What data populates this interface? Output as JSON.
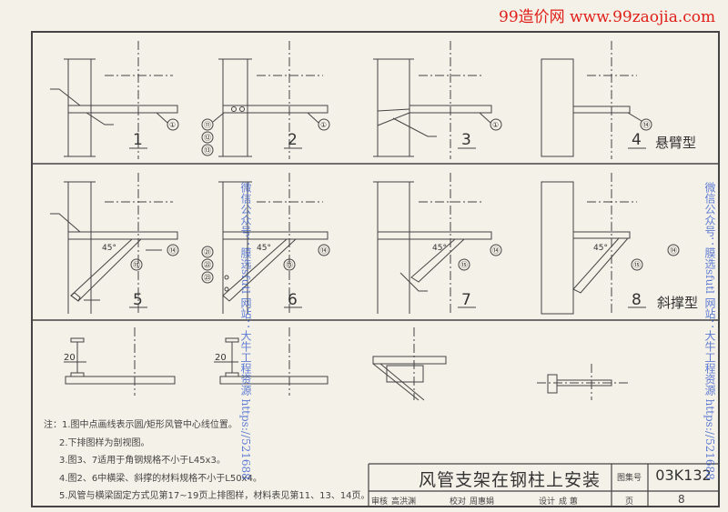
{
  "header": {
    "site": "99造价网 www.99zaojia.com",
    "color": "#e0201a"
  },
  "figures": [
    {
      "number": "1",
      "callouts": [
        "①"
      ]
    },
    {
      "number": "2",
      "callouts": [
        "①",
        "⑪",
        "⑫",
        "⑬"
      ]
    },
    {
      "number": "3",
      "callouts": [
        "①"
      ]
    },
    {
      "number": "4",
      "callouts": [
        "⑭"
      ],
      "type_label": "悬臂型"
    },
    {
      "number": "5",
      "callouts": [
        "⑭",
        "⑮"
      ],
      "angle": "45°"
    },
    {
      "number": "6",
      "callouts": [
        "⑭",
        "⑮",
        "㉑",
        "㉒",
        "㉓"
      ],
      "angle": "45°"
    },
    {
      "number": "7",
      "callouts": [
        "⑭",
        "⑮"
      ],
      "angle": "45°"
    },
    {
      "number": "8",
      "callouts": [
        "⑭",
        "⑮"
      ],
      "angle": "45°",
      "type_label": "斜撑型"
    }
  ],
  "section_dim": "20",
  "notes": [
    "注：1.图中点画线表示圆/矩形风管中心线位置。",
    "2.下排图样为剖视图。",
    "3.图3、7适用于角钢规格不小于L45x3。",
    "4.图2、6中横梁、斜撑的材料规格不小于L50x4。",
    "5.风管与横梁固定方式见第17~19页上排图样，材料表见第11、13、14页。"
  ],
  "title_block": {
    "title": "风管支架在钢柱上安装",
    "atlas_label": "图集号",
    "atlas_no": "03K132",
    "page_label": "页",
    "page_no": "8",
    "review_label": "审核",
    "reviewer": "高洪渊",
    "check_label": "校对",
    "checker": "周惠娟",
    "design_label": "设计",
    "designer": "成 蕙"
  },
  "watermarks": {
    "left": "微信公众号：膜选sfutl 网站：大牛工程资源 https://521688",
    "right": "微信公众号：膜选sfutl 网站：大牛工程资源 https://521688"
  }
}
